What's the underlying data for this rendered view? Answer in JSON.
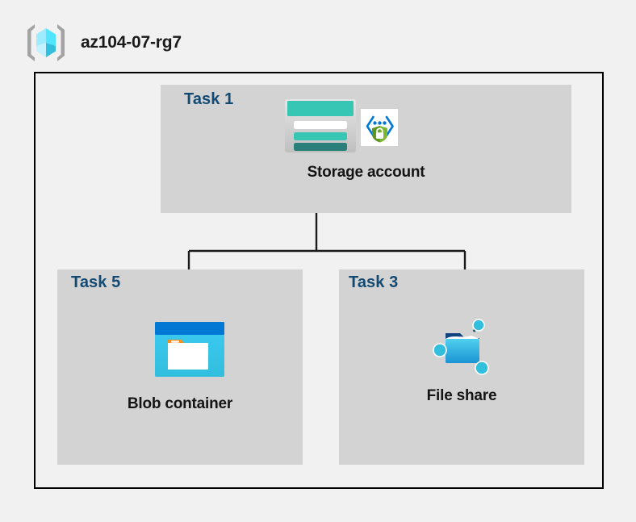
{
  "header": {
    "resource_group_name": "az104-07-rg7",
    "icon": "azure-resource-group-icon"
  },
  "diagram": {
    "type": "azure-architecture-hierarchy",
    "container_label": "az104-07-rg7",
    "nodes": [
      {
        "id": "storage-account",
        "task_label": "Task 1",
        "caption": "Storage account",
        "icons": [
          "storage-account-icon",
          "data-encryption-icon"
        ],
        "level": "parent"
      },
      {
        "id": "blob-container",
        "task_label": "Task 5",
        "caption": "Blob container",
        "icons": [
          "blob-container-icon"
        ],
        "level": "child"
      },
      {
        "id": "file-share",
        "task_label": "Task 3",
        "caption": "File share",
        "icons": [
          "file-share-icon"
        ],
        "level": "child"
      }
    ],
    "edges": [
      {
        "from": "storage-account",
        "to": "blob-container"
      },
      {
        "from": "storage-account",
        "to": "file-share"
      }
    ]
  },
  "colors": {
    "page_background": "#f1f1f1",
    "group_box_fill": "#d3d3d3",
    "frame_border": "#000000",
    "task_label": "#134a73",
    "caption_text": "#141414",
    "connector": "#1a1a1a",
    "storage_teal": "#38c6b4",
    "storage_teal_dark": "#2a7f7a",
    "blob_blue_dark": "#0078d4",
    "blob_cyan": "#32bedd",
    "blob_orange": "#f78d1e",
    "fileshare_blue": "#32bedd",
    "encryption_green": "#5e9624",
    "encryption_blue": "#0078d4",
    "rg_cube_cyan": "#9cebff",
    "rg_bracket_gray": "#a3a3a3"
  }
}
